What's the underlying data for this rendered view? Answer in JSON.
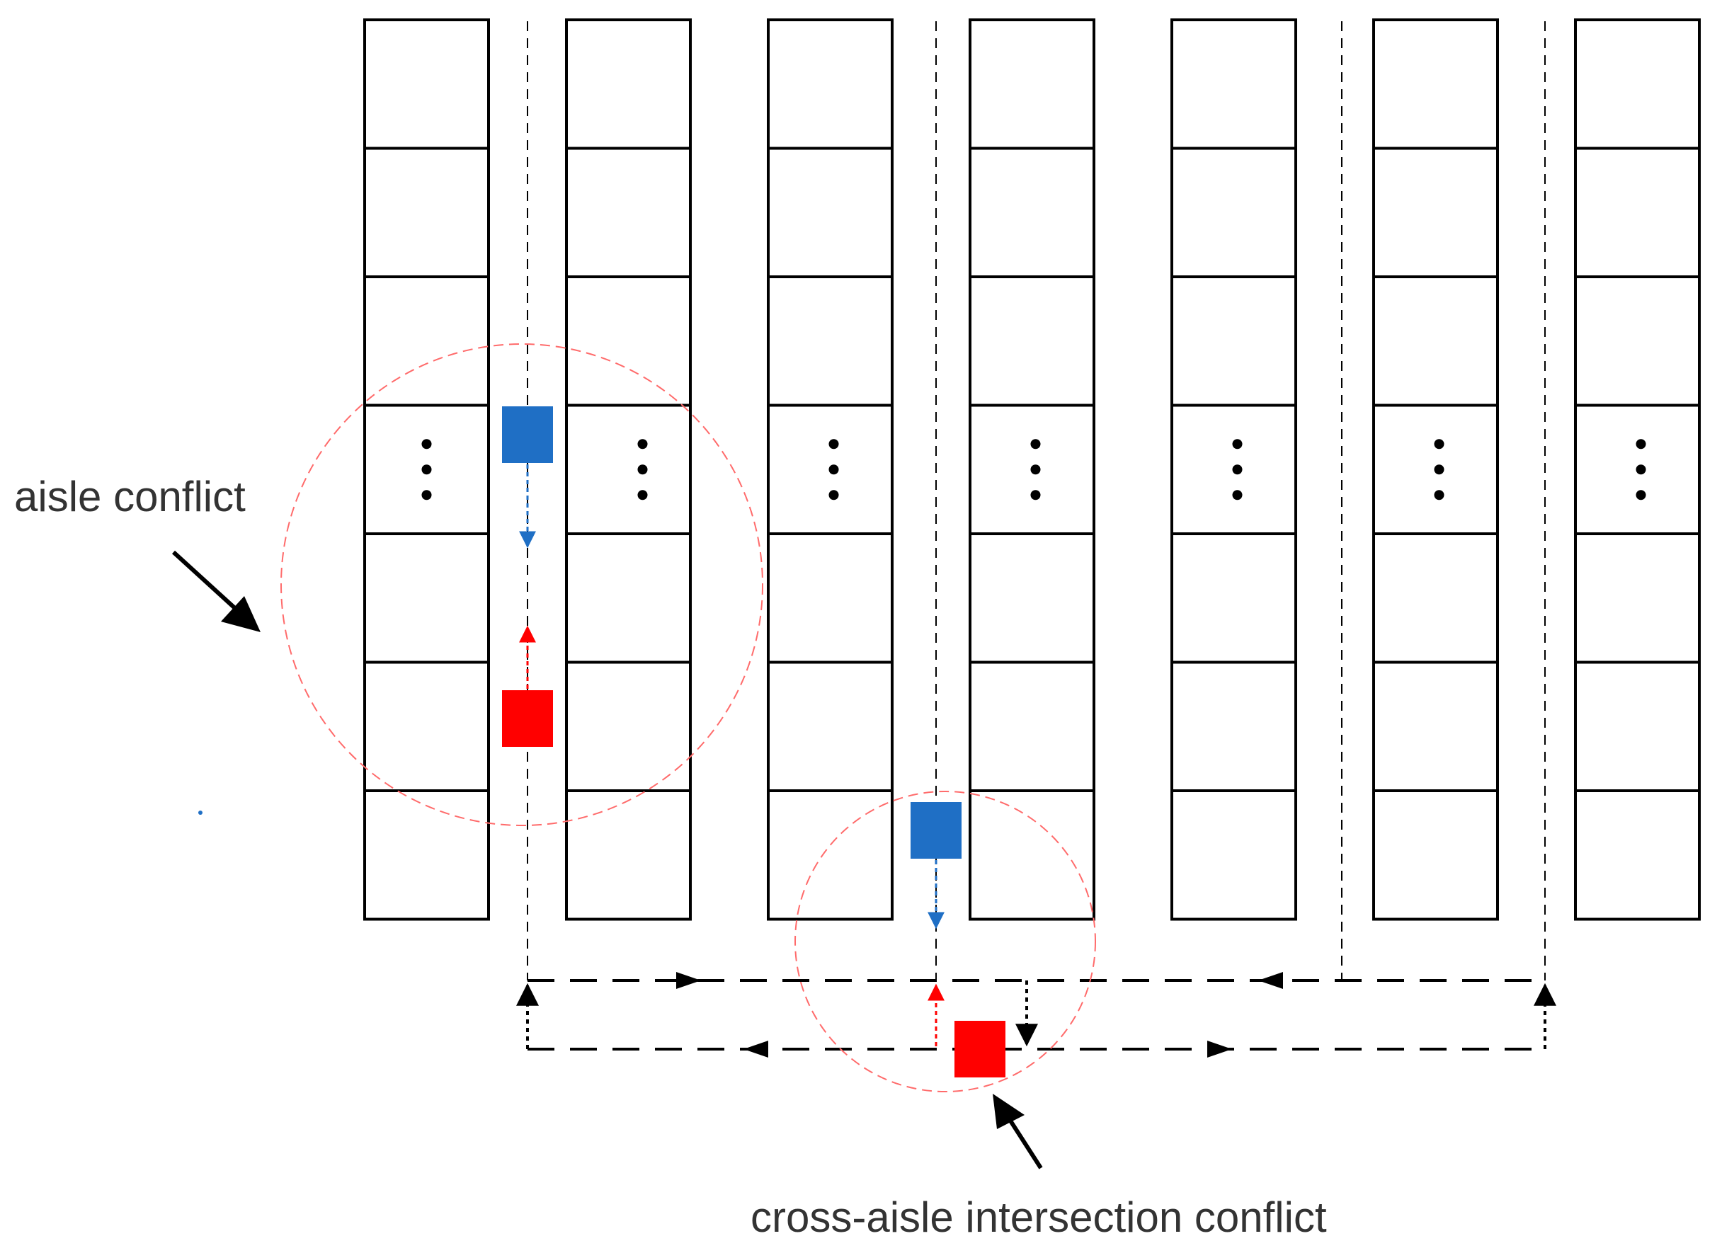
{
  "labels": {
    "aisle_conflict": "aisle conflict",
    "cross_aisle_conflict": "cross-aisle intersection conflict"
  },
  "layout_model": {
    "rack_count": 7,
    "cells_per_rack": 7,
    "ellipsis_row": 4
  },
  "colors": {
    "blue_agent": "#1f6fc5",
    "red_agent": "#ff0000",
    "conflict_circle": "#ff6b6b",
    "rack_stroke": "#000000",
    "path": "#000000"
  }
}
